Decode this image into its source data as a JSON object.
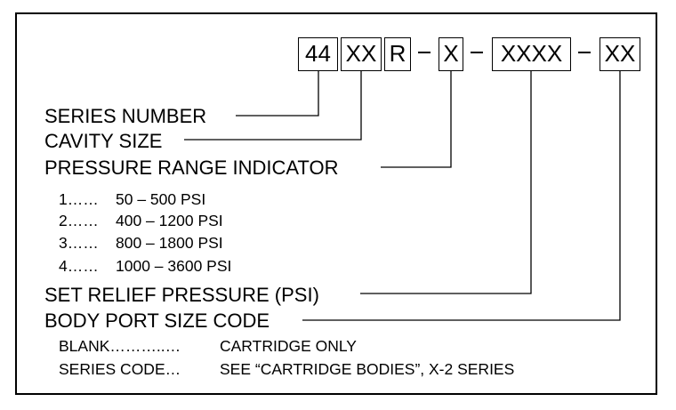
{
  "model_code": {
    "boxes": [
      "44",
      "XX",
      "R",
      "X",
      "XXXX",
      "XX"
    ]
  },
  "fields": {
    "series_number": "SERIES NUMBER",
    "cavity_size": "CAVITY SIZE",
    "pressure_range_indicator": "PRESSURE RANGE INDICATOR",
    "set_relief_pressure": "SET RELIEF PRESSURE (PSI)",
    "body_port_size_code": "BODY PORT SIZE CODE"
  },
  "pressure_ranges": [
    {
      "code": "1……",
      "range": "50 – 500 PSI"
    },
    {
      "code": "2……",
      "range": "400 – 1200 PSI"
    },
    {
      "code": "3……",
      "range": "800 – 1800 PSI"
    },
    {
      "code": "4……",
      "range": "1000 – 3600 PSI"
    }
  ],
  "port_options": [
    {
      "code": "BLANK………..…",
      "desc": "CARTRIDGE ONLY"
    },
    {
      "code": "SERIES CODE…",
      "desc": "SEE “CARTRIDGE BODIES”, X-2 SERIES"
    }
  ]
}
